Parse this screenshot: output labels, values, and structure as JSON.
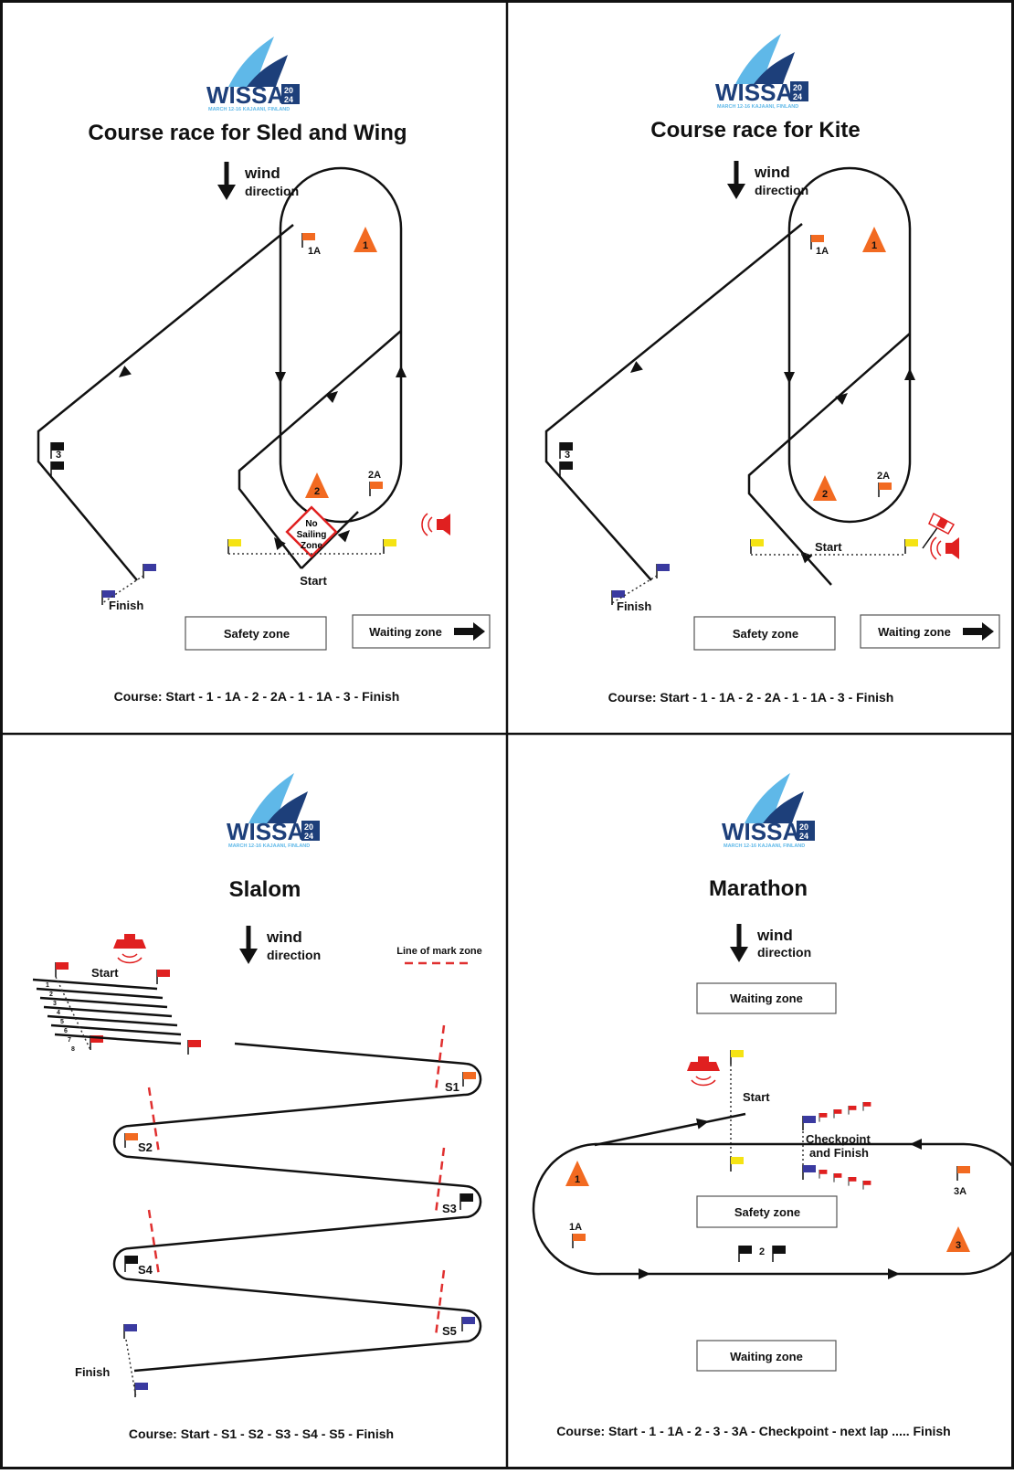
{
  "logo": {
    "text": "WISSA",
    "year_top": "20",
    "year_bottom": "24",
    "subtitle": "MARCH 12-16 KAJAANI, FINLAND"
  },
  "wind": {
    "line1": "wind",
    "line2": "direction"
  },
  "colors": {
    "orange": "#f26a21",
    "blue": "#3a3aa0",
    "yellow": "#f5e313",
    "red": "#e02020",
    "black": "#111111",
    "logo_light": "#5fb8e8",
    "logo_dark": "#1d3f7a"
  },
  "panels": {
    "sled": {
      "title": "Course race for Sled and Wing",
      "marks": {
        "m1": "1",
        "m1a": "1A",
        "m2": "2",
        "m2a": "2A",
        "m3": "3"
      },
      "no_sailing": [
        "No",
        "Sailing",
        "Zone"
      ],
      "start": "Start",
      "finish": "Finish",
      "safety": "Safety zone",
      "waiting": "Waiting zone",
      "course": "Course: Start - 1 - 1A - 2 - 2A - 1 - 1A - 3 - Finish"
    },
    "kite": {
      "title": "Course race for Kite",
      "marks": {
        "m1": "1",
        "m1a": "1A",
        "m2": "2",
        "m2a": "2A",
        "m3": "3"
      },
      "start": "Start",
      "finish": "Finish",
      "safety": "Safety zone",
      "waiting": "Waiting zone",
      "course": "Course: Start - 1 - 1A - 2 - 2A - 1 - 1A - 3 - Finish"
    },
    "slalom": {
      "title": "Slalom",
      "legend": "Line of mark zone",
      "start": "Start",
      "finish": "Finish",
      "lanes": [
        "1",
        "2",
        "3",
        "4",
        "5",
        "6",
        "7",
        "8"
      ],
      "s1": "S1",
      "s2": "S2",
      "s3": "S3",
      "s4": "S4",
      "s5": "S5",
      "course": "Course: Start - S1 - S2 - S3 - S4 - S5 - Finish"
    },
    "marathon": {
      "title": "Marathon",
      "waiting_top": "Waiting zone",
      "waiting_bottom": "Waiting zone",
      "safety": "Safety zone",
      "start": "Start",
      "checkpoint1": "Checkpoint",
      "checkpoint2": "and Finish",
      "marks": {
        "m1": "1",
        "m1a": "1A",
        "m2": "2",
        "m3": "3",
        "m3a": "3A"
      },
      "course": "Course: Start - 1 - 1A - 2 - 3 - 3A - Checkpoint - next lap ..... Finish"
    }
  }
}
